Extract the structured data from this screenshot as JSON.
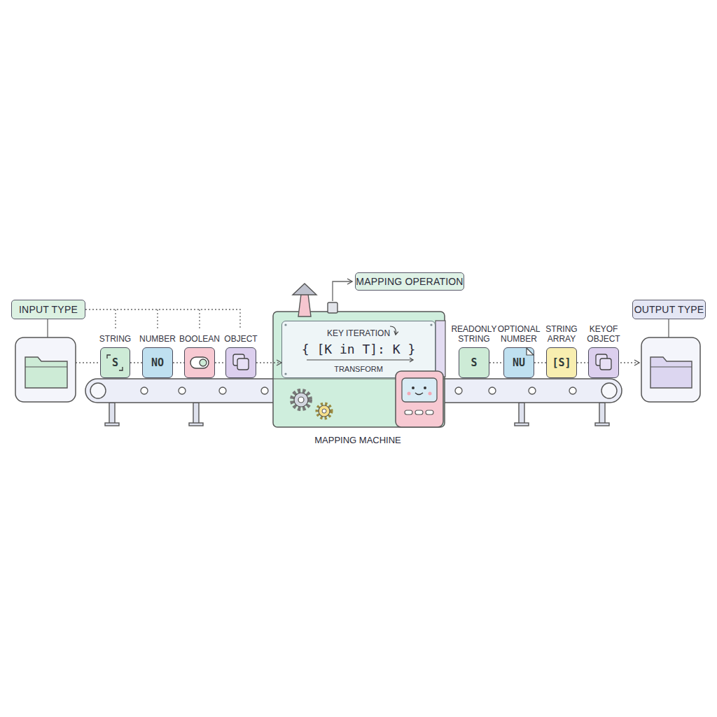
{
  "diagram": {
    "nodes": [
      {
        "text": [
          "INPUT TYPE"
        ]
      },
      {
        "text": [
          "MAPPING OPERATION"
        ]
      },
      {
        "text": [
          "OUTPUT TYPE"
        ]
      },
      {
        "text": [
          "STRING",
          "S"
        ]
      },
      {
        "text": [
          "NUMBER",
          "NO"
        ]
      },
      {
        "text": [
          "BOOLEAN"
        ]
      },
      {
        "text": [
          "OBJECT"
        ]
      },
      {
        "text": [
          "KEY ITERATION",
          "{ [K in T]: K }",
          "TRANSFORM"
        ]
      },
      {
        "text": [
          "READONLY STRING",
          "S"
        ]
      },
      {
        "text": [
          "OPTIONAL NUMBER",
          "NU"
        ]
      },
      {
        "text": [
          "STRING ARRAY",
          "[S]"
        ]
      },
      {
        "text": [
          "KEYOF OBJECT"
        ]
      }
    ],
    "edges": [
      {
        "from": 3,
        "to": 4,
        "arrow": "none"
      },
      {
        "from": 4,
        "to": 5,
        "arrow": "none"
      },
      {
        "from": 5,
        "to": 6,
        "arrow": "none"
      },
      {
        "from": 6,
        "to": 7,
        "arrow": "to"
      },
      {
        "from": 8,
        "to": 9,
        "arrow": "none"
      },
      {
        "from": 9,
        "to": 10,
        "arrow": "none"
      },
      {
        "from": 10,
        "to": 11,
        "arrow": "none"
      }
    ],
    "labels": [
      "MAPPING MACHINE"
    ]
  }
}
